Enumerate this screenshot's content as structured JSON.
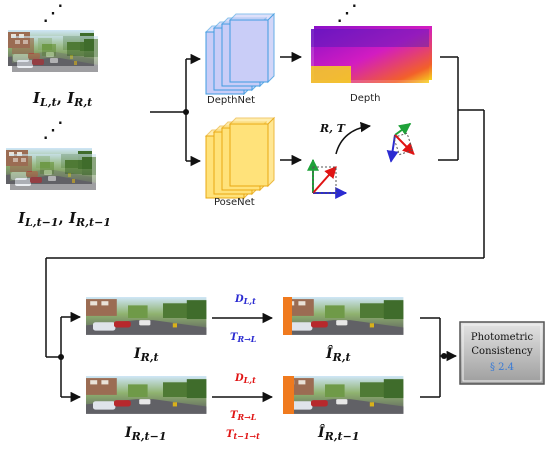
{
  "top": {
    "ellipsis": "⋰",
    "frame_label_main": "I",
    "frame_label_sub": "L,t",
    "frame_label_sep": ", ",
    "frame_label_main2": "I",
    "frame_label_sub2": "R,t"
  },
  "prev": {
    "ellipsis": "⋰",
    "label_main": "I",
    "label_sub": "L,t−1",
    "label_sep": ", ",
    "label_main2": "I",
    "label_sub2": "R,t−1"
  },
  "nets": {
    "depthnet": "DepthNet",
    "posenet": "PoseNet",
    "depth_output": "Depth",
    "pose_label": "R, T",
    "depth_ellipsis": "⋰"
  },
  "bottom": {
    "row1_input_main": "I",
    "row1_input_sub": "R,t",
    "row1_eq1_main": "D",
    "row1_eq1_sub": "L,t",
    "row1_eq2_main": "T",
    "row1_eq2_sub": "R→L",
    "row1_output_main": "Î",
    "row1_output_sub": "R,t",
    "row2_input_main": "I",
    "row2_input_sub": "R,t−1",
    "row2_eq1_main": "D",
    "row2_eq1_sub": "L,t",
    "row2_eq2_main": "T",
    "row2_eq2_sub": "R→L",
    "row2_eq3_main": "T",
    "row2_eq3_sub": "t−1→t",
    "row2_output_main": "Î",
    "row2_output_sub": "R,t−1"
  },
  "consistency": {
    "line1": "Photometric",
    "line2": "Consistency",
    "ref": "§ 2.4"
  },
  "colors": {
    "depthnet_fill": "#c9cdf7",
    "depthnet_edge": "#3f9be0",
    "posenet_fill": "#ffe27a",
    "posenet_edge": "#e8a812",
    "eq_blue": "#2b2bd1",
    "eq_red": "#e01414",
    "box_fill": "#b5b5b5"
  }
}
